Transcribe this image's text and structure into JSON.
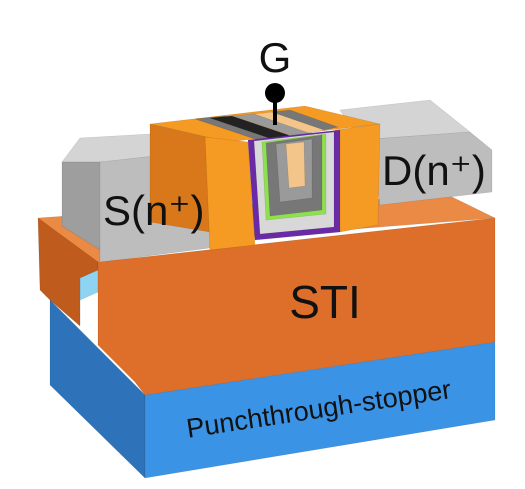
{
  "labels": {
    "gate": "G",
    "source": "S(n⁺)",
    "drain": "D(n⁺)",
    "sti": "STI",
    "punchthrough": "Punchthrough-stopper"
  },
  "colors": {
    "punchthrough_front": "#3b93e6",
    "punchthrough_side": "#2e73b9",
    "sti_front": "#de6f2a",
    "sti_top": "#ea8a45",
    "sti_side": "#bf5c1d",
    "gate_spacer_front": "#f59a22",
    "gate_spacer_side": "#d9781a",
    "source_drain": "#bdbdbd",
    "source_drain_top": "#d4d4d4",
    "source_drain_side": "#9e9e9e",
    "liner_purple": "#6a2aa6",
    "liner_green": "#8de04e",
    "liner_lightgray": "#d8d8d8",
    "fill_darkgray": "#777777",
    "fill_gray": "#9a9a9a",
    "fin_channel": "#f3c58a",
    "top_stripe_black": "#222222",
    "lightblue_sliver": "#8fd3f2",
    "gate_contact": "#000000"
  }
}
